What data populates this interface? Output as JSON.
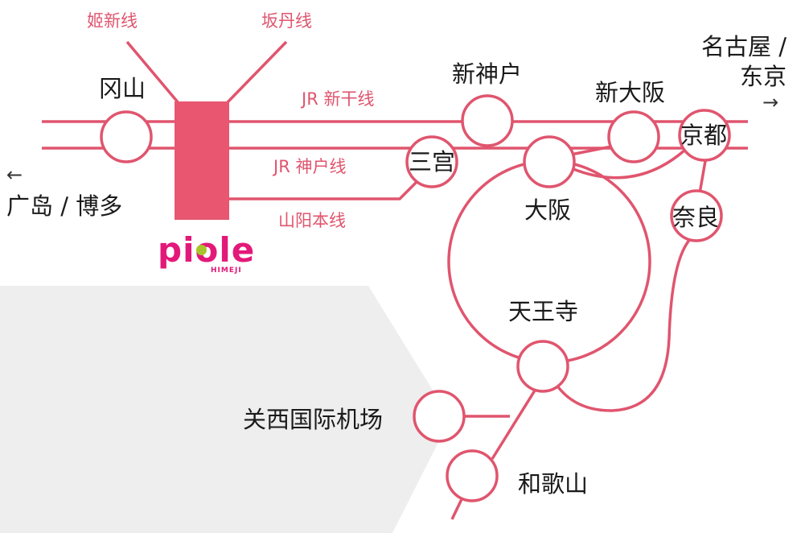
{
  "colors": {
    "line": "#e0556e",
    "hub": "#e8566f",
    "station_fill": "#ffffff",
    "region": "#eeeeee",
    "text": "#1a1a1a",
    "logo": "#e3197a",
    "logo_dot": "#a8c42a"
  },
  "lines": {
    "himeshin": "姬新线",
    "bantan": "坂丹线",
    "shinkansen": "JR 新干线",
    "kobe": "JR 神户线",
    "sanyo": "山阳本线"
  },
  "stations": {
    "okayama": "冈山",
    "shinkobe": "新神户",
    "shinosaka": "新大阪",
    "kyoto": "京都",
    "sannomiya": "三宫",
    "osaka": "大阪",
    "nara": "奈良",
    "tennoji": "天王寺",
    "kix": "关西国际机场",
    "wakayama": "和歌山"
  },
  "directions": {
    "west_line1": "广岛 / 博多",
    "west_arrow": "←",
    "east_line1": "名古屋 /",
    "east_line2": "东京",
    "east_arrow": "→"
  },
  "logo": {
    "word": "piole",
    "sub": "HIMEJI"
  }
}
